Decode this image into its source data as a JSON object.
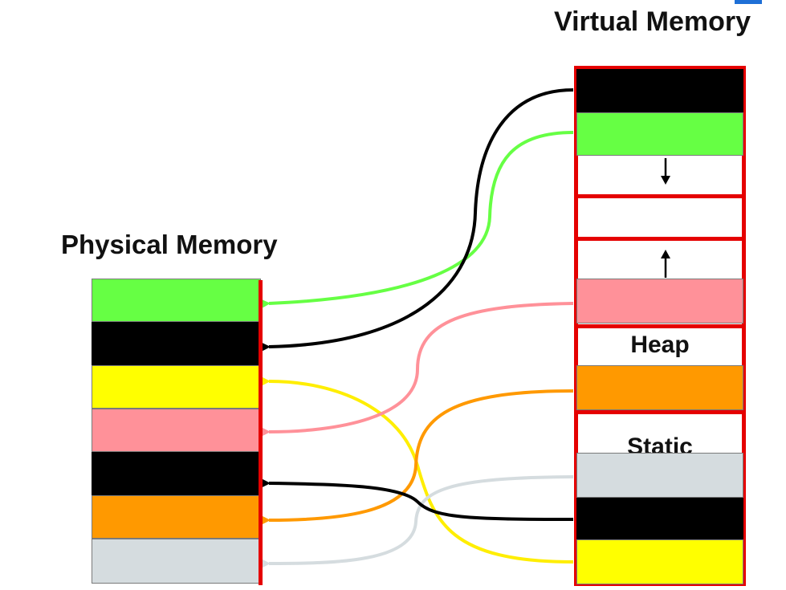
{
  "titles": {
    "virtual": "Virtual Memory",
    "physical": "Physical Memory"
  },
  "virtual_labels": {
    "heap": "Heap",
    "static": "Static"
  },
  "colors": {
    "green": "#66ff44",
    "black": "#000000",
    "yellow": "#ffff00",
    "pink": "#ff9199",
    "orange": "#ff9900",
    "gray": "#d5dcdf",
    "red_border": "#e50000",
    "accent_blue": "#1e6fd6"
  },
  "physical_blocks": [
    "green",
    "black",
    "yellow",
    "pink",
    "black",
    "orange",
    "gray"
  ],
  "virtual_blocks": [
    "black",
    "green",
    "empty-stack",
    "empty",
    "empty-heap-up",
    "pink",
    "heap",
    "orange",
    "static",
    "gray",
    "black",
    "yellow"
  ],
  "mappings": [
    {
      "from_virtual": "black (top)",
      "to_physical": "black (2nd)",
      "color": "black"
    },
    {
      "from_virtual": "green",
      "to_physical": "green (1st)",
      "color": "green"
    },
    {
      "from_virtual": "pink",
      "to_physical": "pink (4th)",
      "color": "pink"
    },
    {
      "from_virtual": "orange",
      "to_physical": "orange (6th)",
      "color": "orange"
    },
    {
      "from_virtual": "gray",
      "to_physical": "gray (7th)",
      "color": "gray"
    },
    {
      "from_virtual": "black (lower)",
      "to_physical": "black (5th)",
      "color": "black"
    },
    {
      "from_virtual": "yellow",
      "to_physical": "yellow (3rd)",
      "color": "yellow"
    }
  ]
}
